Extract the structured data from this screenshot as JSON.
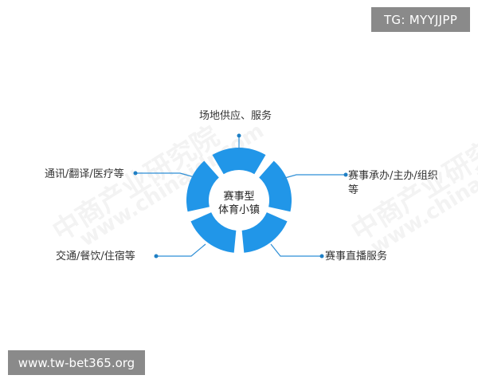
{
  "header": {
    "tag": "TG: MYYJJPP"
  },
  "footer": {
    "url": "www.tw-bet365.org"
  },
  "watermark": {
    "lines": [
      "中商产业研究院",
      "www.chinaidr.com",
      "中商产业研究院",
      "www.chinaidr.com"
    ]
  },
  "diagram": {
    "center": {
      "line1": "赛事型",
      "line2": "体育小镇"
    },
    "segments": [
      {
        "label": "场地供应、服务"
      },
      {
        "label": "赛事承办/主办/组织",
        "label_cont": "等"
      },
      {
        "label": "赛事直播服务"
      },
      {
        "label": "交通/餐饮/住宿等"
      },
      {
        "label": "通讯/翻译/医疗等"
      }
    ],
    "colors": {
      "segment": "#2196e8",
      "connector": "#2f8fd6",
      "dot": "#1f7fc4"
    }
  }
}
